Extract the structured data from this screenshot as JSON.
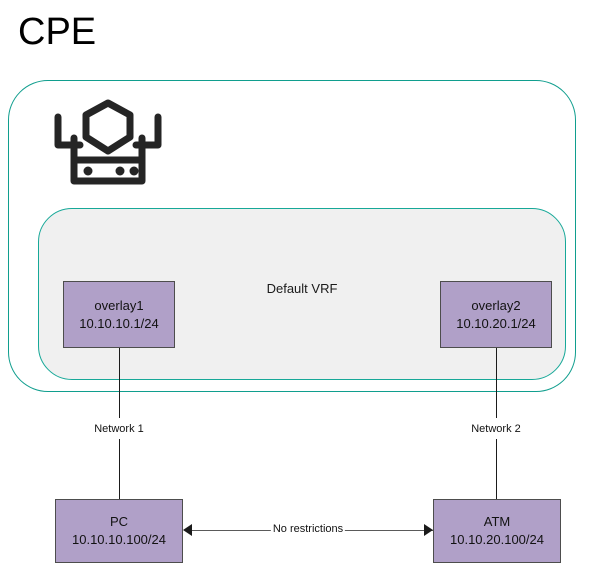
{
  "title": "CPE",
  "colors": {
    "container_border": "#109e8e",
    "vrf_border": "#17a898",
    "vrf_fill": "#f0f0f0",
    "device_fill": "#b0a0c8",
    "device_border": "#4d4d4d",
    "line": "#1b1b1b",
    "text": "#121212"
  },
  "cpe": {
    "icon_name": "router-firewall-icon",
    "vrf_label": "Default VRF",
    "interfaces": [
      {
        "name": "overlay1",
        "address": "10.10.10.1/24"
      },
      {
        "name": "overlay2",
        "address": "10.10.20.1/24"
      }
    ]
  },
  "devices": [
    {
      "name": "PC",
      "address": "10.10.10.100/24"
    },
    {
      "name": "ATM",
      "address": "10.10.20.100/24"
    }
  ],
  "links": {
    "network1_label": "Network 1",
    "network2_label": "Network 2",
    "peer_label": "No restrictions"
  }
}
